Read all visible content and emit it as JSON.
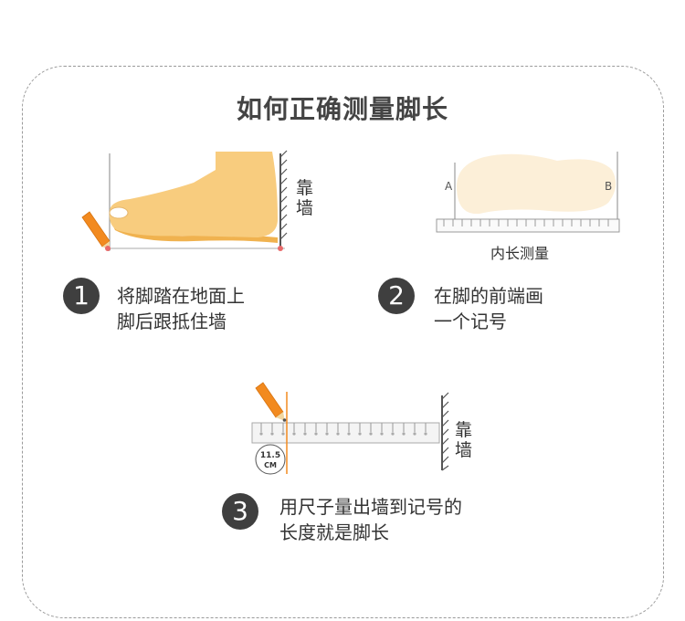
{
  "title": "如何正确测量脚长",
  "step1": {
    "number": "1",
    "line1": "将脚踏在地面上",
    "line2": "脚后跟抵住墙",
    "wall_label": "靠墙"
  },
  "step2": {
    "number": "2",
    "line1": "在脚的前端画",
    "line2": "一个记号",
    "caption": "内长测量",
    "point_a": "A",
    "point_b": "B"
  },
  "step3": {
    "number": "3",
    "line1": "用尺子量出墙到记号的",
    "line2": "长度就是脚长",
    "wall_label": "靠墙",
    "measure_value": "11.5",
    "measure_unit": "CM"
  },
  "colors": {
    "foot": "#f8cc7e",
    "foot_shade": "#f0b24f",
    "insole": "#fcefd8",
    "pencil": "#f28a1f",
    "marker": "#e96a6a",
    "badge": "#3f3f3f"
  }
}
